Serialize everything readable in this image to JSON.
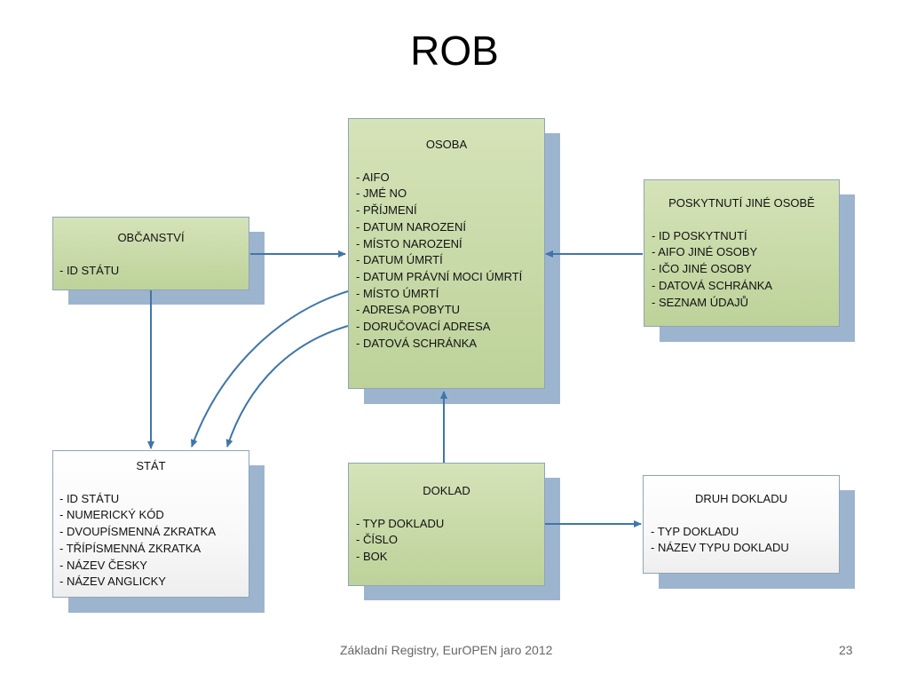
{
  "slide": {
    "title": "ROB",
    "footer": "Základní Registry, EurOPEN jaro 2012",
    "page_number": "23"
  },
  "colors": {
    "entity_green": "#c7da9f",
    "entity_white": "#ffffff",
    "shadow": "#9db4cf",
    "arrow": "#3f76aa"
  },
  "entities": {
    "osoba": {
      "title": "OSOBA",
      "fields": [
        "- AIFO",
        "- JMÉ NO",
        "- PŘÍJMENÍ",
        "- DATUM NAROZENÍ",
        "- MÍSTO NAROZENÍ",
        "- DATUM ÚMRTÍ",
        "- DATUM PRÁVNÍ MOCI ÚMRTÍ",
        "- MÍSTO ÚMRTÍ",
        "- ADRESA POBYTU",
        "- DORUČOVACÍ ADRESA",
        "- DATOVÁ SCHRÁNKA"
      ]
    },
    "obcanstvi": {
      "title": "OBČANSTVÍ",
      "fields": [
        "- ID STÁTU"
      ]
    },
    "poskytnuti": {
      "title": "POSKYTNUTÍ JINÉ OSOBĚ",
      "fields": [
        "- ID POSKYTNUTÍ",
        "- AIFO JINÉ OSOBY",
        "- IČO JINÉ OSOBY",
        "- DATOVÁ SCHRÁNKA",
        "- SEZNAM ÚDAJŮ"
      ]
    },
    "stat": {
      "title": "STÁT",
      "fields": [
        "- ID STÁTU",
        "- NUMERICKÝ KÓD",
        "- DVOUPÍSMENNÁ ZKRATKA",
        "- TŘÍPÍSMENNÁ ZKRATKA",
        "- NÁZEV ČESKY",
        "- NÁZEV ANGLICKY"
      ]
    },
    "doklad": {
      "title": "DOKLAD",
      "fields": [
        "- TYP DOKLADU",
        "- ČÍSLO",
        "- BOK"
      ]
    },
    "druh_dokladu": {
      "title": "DRUH DOKLADU",
      "fields": [
        "- TYP DOKLADU",
        "- NÁZEV TYPU DOKLADU"
      ]
    }
  }
}
